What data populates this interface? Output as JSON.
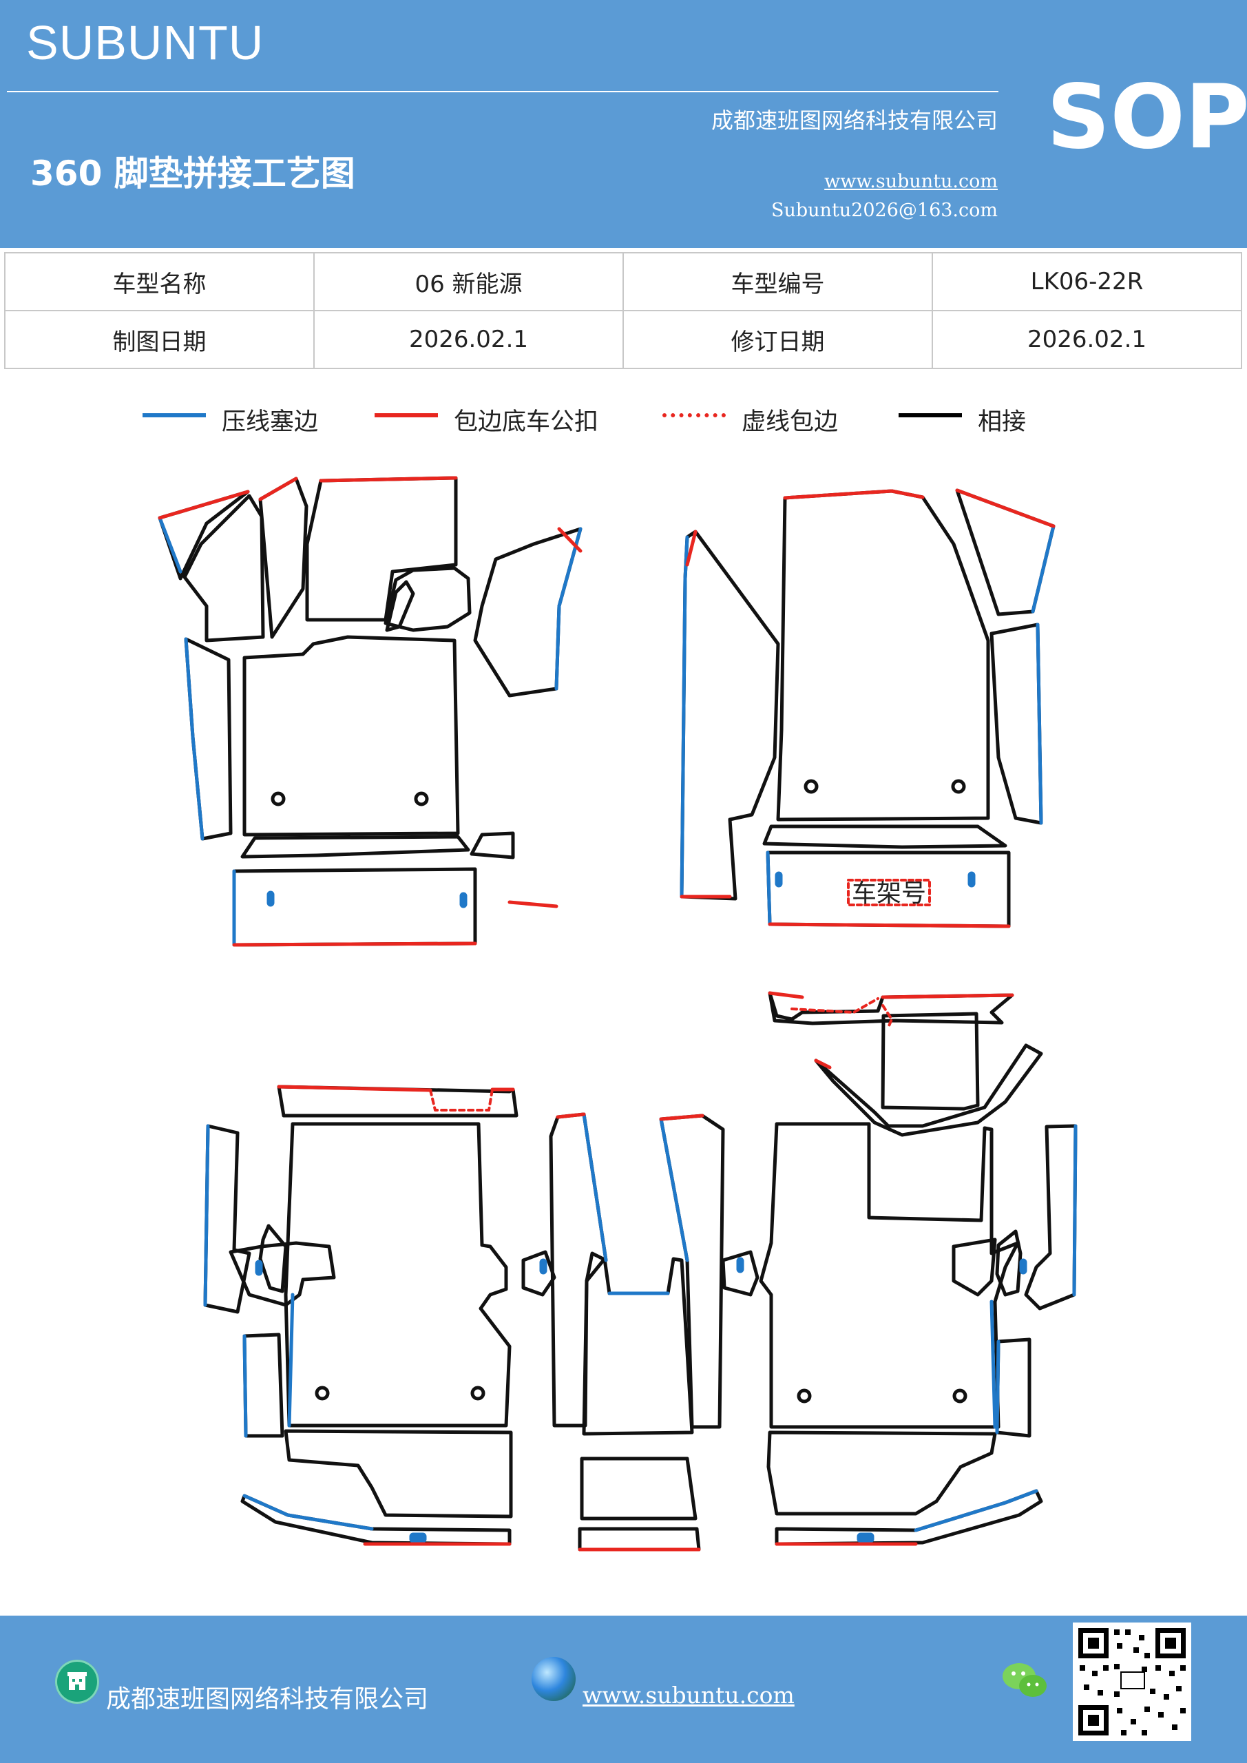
{
  "header": {
    "brand": "SUBUNTU",
    "title": "360 脚垫拼接工艺图",
    "company": "成都速班图网络科技有限公司",
    "website": "www.subuntu.com",
    "email": "Subuntu2026@163.com",
    "badge": "SOP"
  },
  "info": {
    "model_name_label": "车型名称",
    "model_name_value": "06 新能源",
    "model_code_label": "车型编号",
    "model_code_value": "LK06-22R",
    "draw_date_label": "制图日期",
    "draw_date_value": "2026.02.1",
    "revise_date_label": "修订日期",
    "revise_date_value": "2026.02.1"
  },
  "legend": [
    {
      "label": "压线塞边",
      "color": "#1f78c8",
      "style": "solid"
    },
    {
      "label": "包边底车公扣",
      "color": "#e8261f",
      "style": "solid"
    },
    {
      "label": "虚线包边",
      "color": "#e8261f",
      "style": "dashed"
    },
    {
      "label": "相接",
      "color": "#000000",
      "style": "solid"
    }
  ],
  "diagram": {
    "frame_label": "车架号"
  },
  "footer": {
    "company": "成都速班图网络科技有限公司",
    "website": "www.subuntu.com"
  },
  "colors": {
    "header_bg": "#5b9bd5",
    "press_line": "#1f78c8",
    "wrap_edge": "#e8261f",
    "joint": "#000000"
  }
}
